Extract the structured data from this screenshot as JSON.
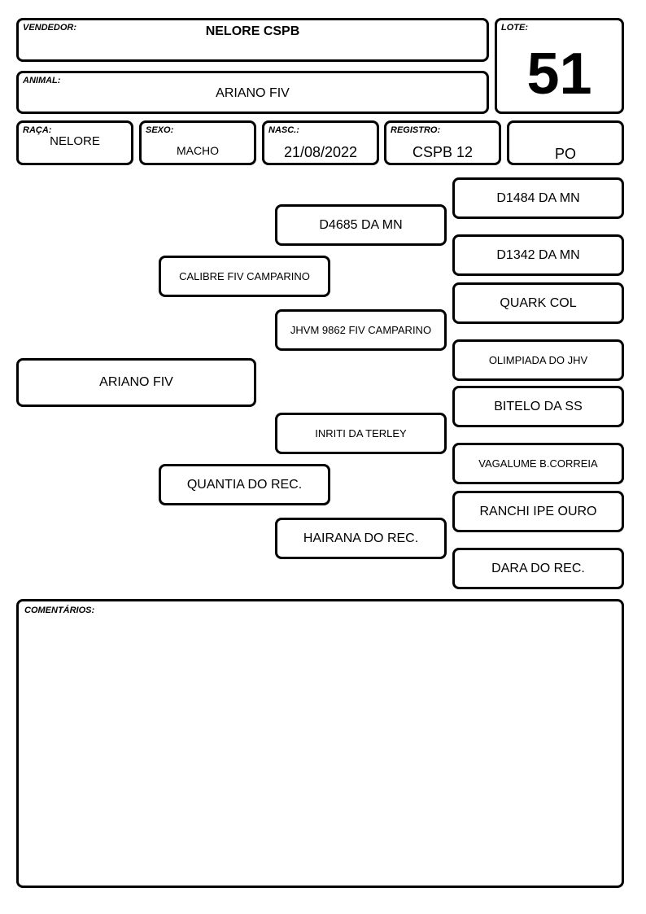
{
  "header": {
    "vendedor": {
      "label": "VENDEDOR:",
      "value": "NELORE CSPB"
    },
    "lote": {
      "label": "LOTE:",
      "value": "51"
    },
    "animal": {
      "label": "ANIMAL:",
      "value": "ARIANO FIV"
    },
    "raca": {
      "label": "RAÇA:",
      "value": "NELORE"
    },
    "sexo": {
      "label": "SEXO:",
      "value": "MACHO"
    },
    "nasc": {
      "label": "NASC.:",
      "value": "21/08/2022"
    },
    "registro": {
      "label": "REGISTRO:",
      "value": "CSPB 12"
    },
    "categoria": {
      "value": "PO"
    }
  },
  "pedigree": {
    "animal": "ARIANO FIV",
    "sire": "CALIBRE FIV CAMPARINO",
    "dam": "QUANTIA DO REC.",
    "sire_sire": "D4685 DA MN",
    "sire_dam": "JHVM 9862 FIV CAMPARINO",
    "dam_sire": "INRITI DA TERLEY",
    "dam_dam": "HAIRANA DO REC.",
    "sss": "D1484 DA MN",
    "ssd": "D1342 DA MN",
    "sds": "QUARK COL",
    "sdd": "OLIMPIADA DO JHV",
    "dss": "BITELO DA SS",
    "dsd": "VAGALUME B.CORREIA",
    "dds": "RANCHI IPE OURO",
    "ddd": "DARA DO REC."
  },
  "comments": {
    "label": "COMENTÁRIOS:",
    "value": ""
  }
}
